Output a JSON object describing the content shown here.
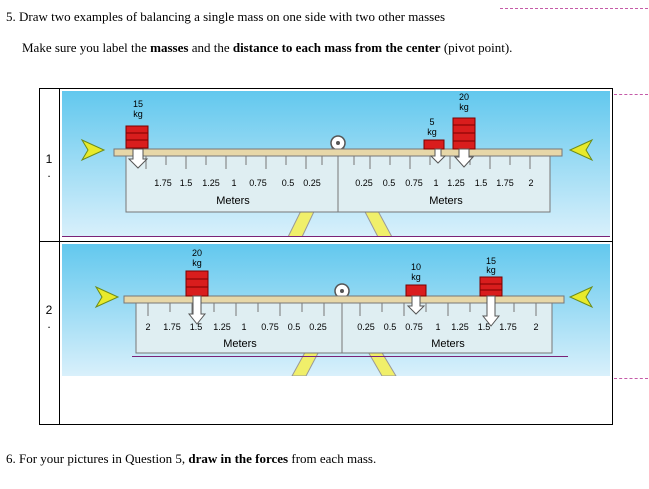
{
  "q5": {
    "number": "5.",
    "prefix": "Draw two examples of balancing a single mass on one side with two other masses"
  },
  "instruction": {
    "pre": "Make sure you label the ",
    "b1": "masses",
    "mid": " and the ",
    "b2": "distance to each mass from the center",
    "post": " (pivot point)."
  },
  "rows": [
    {
      "num": "1",
      "dot": "."
    },
    {
      "num": "2",
      "dot": "."
    }
  ],
  "panel1": {
    "left_ticks": [
      "1.75",
      "1.5",
      "1.25",
      "1",
      "0.75",
      "0.5",
      "0.25"
    ],
    "right_ticks": [
      "0.25",
      "0.5",
      "0.75",
      "1",
      "1.25",
      "1.5",
      "1.75",
      "2"
    ],
    "meters_left": "Meters",
    "meters_right": "Meters",
    "mass_a": {
      "n": "15",
      "u": "kg"
    },
    "mass_b": {
      "n": "5",
      "u": "kg"
    },
    "mass_c": {
      "n": "20",
      "u": "kg"
    }
  },
  "panel2": {
    "left_ticks": [
      "2",
      "1.75",
      "1.5",
      "1.25",
      "1",
      "0.75",
      "0.5",
      "0.25"
    ],
    "right_ticks": [
      "0.25",
      "0.5",
      "0.75",
      "1",
      "1.25",
      "1.5",
      "1.75",
      "2"
    ],
    "meters_left": "Meters",
    "meters_right": "Meters",
    "mass_a": {
      "n": "20",
      "u": "kg"
    },
    "mass_b": {
      "n": "10",
      "u": "kg"
    },
    "mass_c": {
      "n": "15",
      "u": "kg"
    }
  },
  "q6": {
    "number": "6.",
    "pre": "For your pictures in Question 5, ",
    "bold": "draw in the forces",
    "post": " from each mass."
  },
  "colors": {
    "sky_top": "#62c8ee",
    "sky_bottom": "#d9f0fb",
    "ruler": "#e7d7a8",
    "pivot": "#f0ef6a",
    "mass": "#d91d1d",
    "arrow": "#e8ea2a",
    "dash": "#c55aa8"
  }
}
